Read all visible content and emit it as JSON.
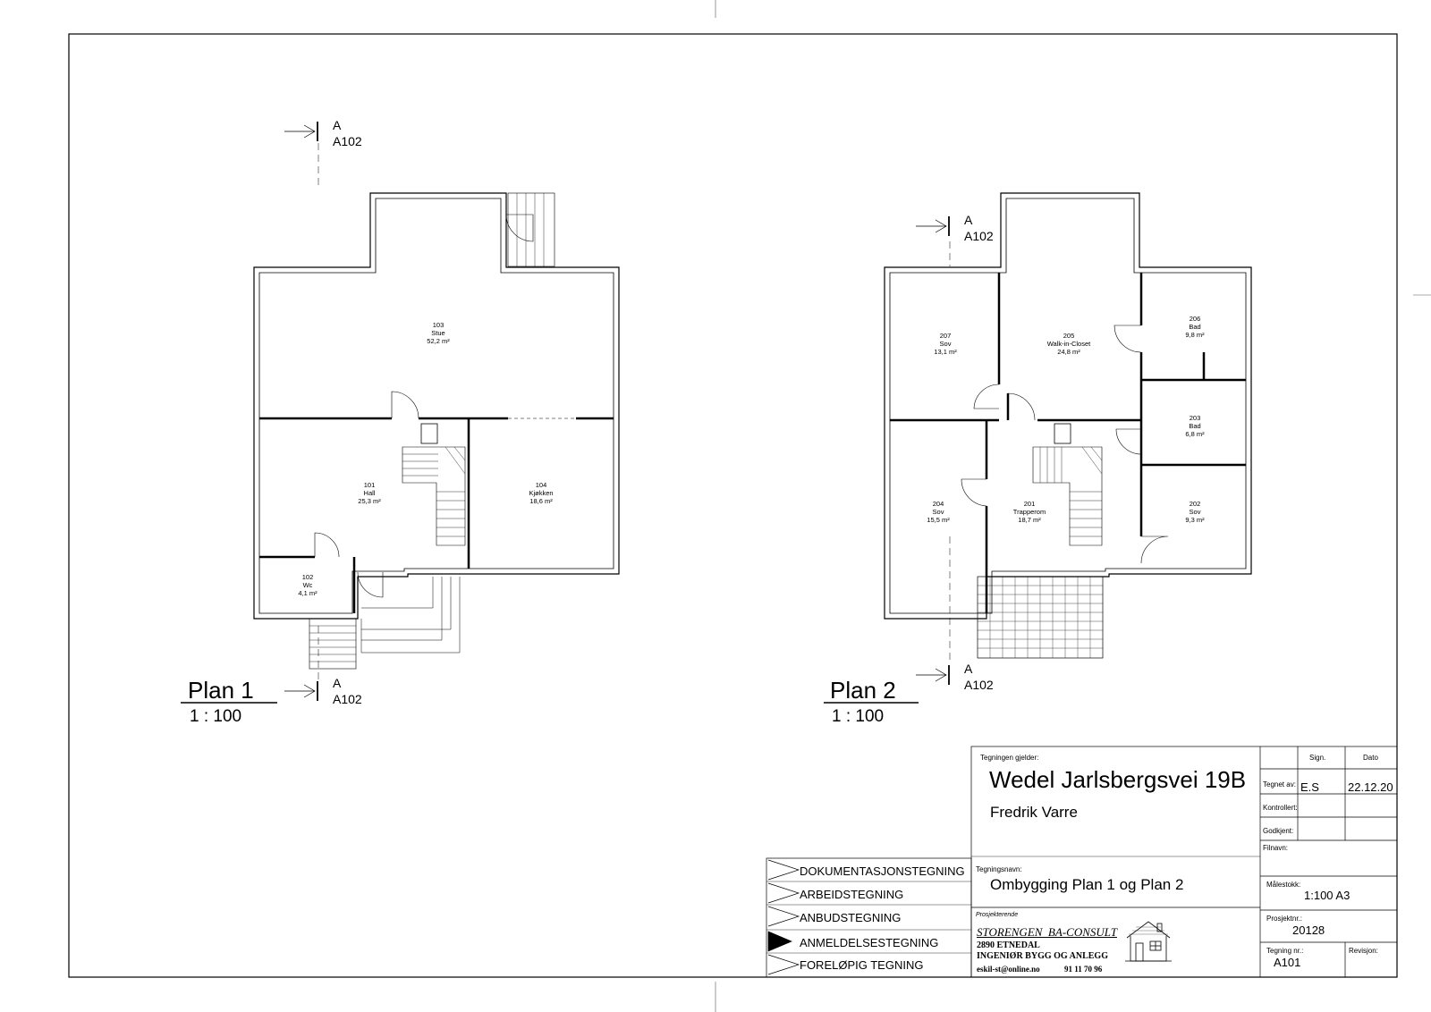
{
  "section_markers": {
    "letter": "A",
    "ref": "A102"
  },
  "plan1": {
    "title": "Plan 1",
    "scale": "1 : 100",
    "rooms": [
      {
        "num": "103",
        "name": "Stue",
        "area": "52,2 m²"
      },
      {
        "num": "101",
        "name": "Hall",
        "area": "25,3 m²"
      },
      {
        "num": "104",
        "name": "Kjøkken",
        "area": "18,6 m²"
      },
      {
        "num": "102",
        "name": "Wc",
        "area": "4,1 m²"
      }
    ]
  },
  "plan2": {
    "title": "Plan 2",
    "scale": "1 : 100",
    "rooms": [
      {
        "num": "207",
        "name": "Sov",
        "area": "13,1 m²"
      },
      {
        "num": "205",
        "name": "Walk-in-Closet",
        "area": "24,8 m²"
      },
      {
        "num": "206",
        "name": "Bad",
        "area": "9,8 m²"
      },
      {
        "num": "203",
        "name": "Bad",
        "area": "6,8 m²"
      },
      {
        "num": "204",
        "name": "Sov",
        "area": "15,5 m²"
      },
      {
        "num": "201",
        "name": "Trapperom",
        "area": "18,7 m²"
      },
      {
        "num": "202",
        "name": "Sov",
        "area": "9,3 m²"
      }
    ]
  },
  "stages": [
    {
      "label": "DOKUMENTASJONSTEGNING",
      "active": false
    },
    {
      "label": "ARBEIDSTEGNING",
      "active": false
    },
    {
      "label": "ANBUDSTEGNING",
      "active": false
    },
    {
      "label": "ANMELDELSESTEGNING",
      "active": true
    },
    {
      "label": "FORELØPIG TEGNING",
      "active": false
    }
  ],
  "title_block": {
    "applies_label": "Tegningen gjelder:",
    "address": "Wedel Jarlsbergsvei 19B",
    "client": "Fredrik Varre",
    "drawing_name_label": "Tegningsnavn:",
    "drawing_name": "Ombygging Plan 1 og Plan 2",
    "sign_header": "Sign.",
    "date_header": "Dato",
    "drawn_by_label": "Tegnet av:",
    "drawn_by": "E.S",
    "drawn_date": "22.12.20",
    "checked_label": "Kontrollert:",
    "approved_label": "Godkjent:",
    "file_label": "Filnavn:",
    "scale_label": "Målestokk:",
    "scale": "1:100 A3",
    "project_label": "Prosjektnr.:",
    "project": "20128",
    "drawing_no_label": "Tegning nr.:",
    "drawing_no": "A101",
    "revision_label": "Revisjon:"
  },
  "designer": {
    "label": "Prosjekterende",
    "company": "STORENGEN  BA-CONSULT",
    "address": "2890 ETNEDAL",
    "tagline": "INGENIØR BYGG OG ANLEGG",
    "email": "eskil-st@online.no",
    "phone": "91 11 70 96"
  }
}
